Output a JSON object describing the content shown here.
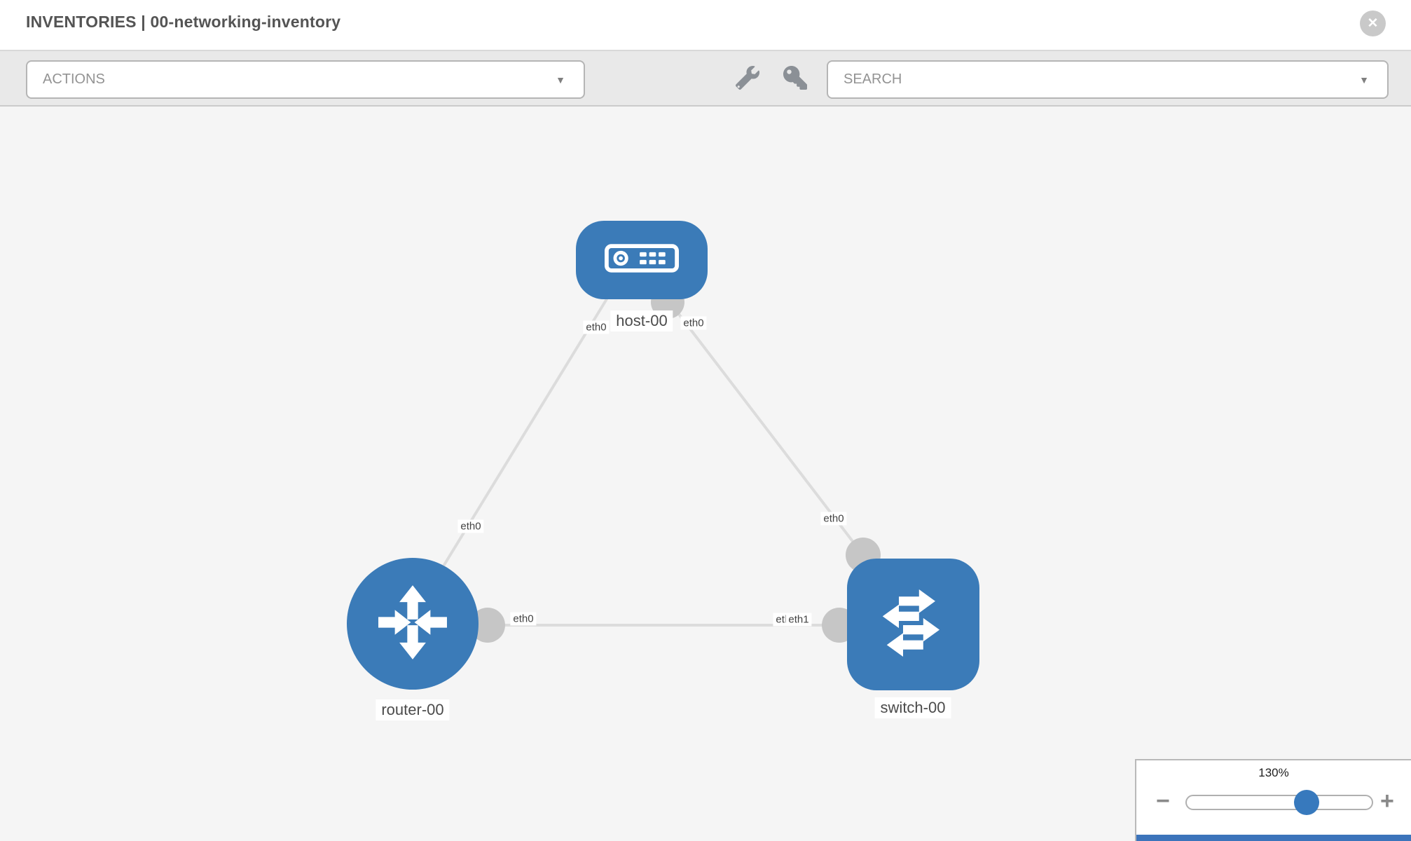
{
  "header": {
    "title": "INVENTORIES | 00-networking-inventory",
    "close_glyph": "✕"
  },
  "toolbar": {
    "actions_label": "ACTIONS",
    "search_label": "SEARCH",
    "dropdown_arrow": "▼",
    "icons": [
      "wrench-icon",
      "key-icon"
    ]
  },
  "topology": {
    "nodes": [
      {
        "id": "host-00",
        "type": "host",
        "label": "host-00"
      },
      {
        "id": "router-00",
        "type": "router",
        "label": "router-00"
      },
      {
        "id": "switch-00",
        "type": "switch",
        "label": "switch-00"
      }
    ],
    "links": [
      {
        "from": "host-00",
        "from_if": "eth0",
        "to": "router-00",
        "to_if": "eth0"
      },
      {
        "from": "host-00",
        "from_if": "eth0",
        "to": "switch-00",
        "to_if": "eth0"
      },
      {
        "from": "router-00",
        "from_if": "eth0",
        "to": "switch-00",
        "to_if": "eth1",
        "to_if_overlapped": "eth0"
      }
    ]
  },
  "zoom_panel": {
    "level": "130%",
    "minus_glyph": "−",
    "plus_glyph": "+"
  },
  "colors": {
    "node_blue": "#3b7bb8",
    "link_gray": "#dcdcdc",
    "connector_gray": "#c6c6c6",
    "slider_thumb_blue": "#3779bd",
    "accent_strip_blue": "#3c74bb"
  }
}
